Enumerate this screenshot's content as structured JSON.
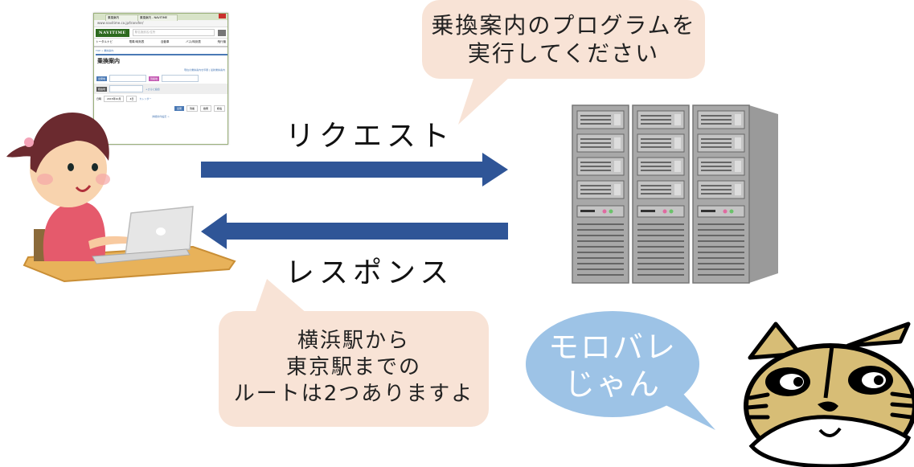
{
  "browser": {
    "tabs": [
      "乗換案内",
      "乗換案内 - NAVITIME"
    ],
    "url": "www.navitime.co.jp/transfer/",
    "logo": "NAVITIME",
    "search_placeholder": "駅名施設名/住所",
    "nav_items": [
      "トータルナビ",
      "電車/時刻表",
      "自動車",
      "バス/時刻表",
      "飛行機"
    ],
    "breadcrumb": "TOP > 乗換案内",
    "page_title": "乗換案内",
    "links": "現在の乗換案内を印刷 | 最新乗換案内",
    "from_label": "出発地",
    "to_label": "到着地",
    "via_label": "経由地",
    "add_via": "+さらに追加",
    "date_label": "日時",
    "date_value": "2015年10月",
    "day_value": "4日",
    "calendar_link": "カレンダー",
    "time_options": [
      "出発",
      "到着",
      "始発",
      "終電"
    ],
    "more_settings": "詳細条件設定 >"
  },
  "request_bubble": {
    "lines": [
      "乗換案内のプログラムを",
      "実行してください"
    ]
  },
  "request_label": "リクエスト",
  "response_label": "レスポンス",
  "response_bubble": {
    "lines": [
      "横浜駅から",
      "東京駅までの",
      "ルートは2つありますよ"
    ]
  },
  "cat_bubble": {
    "lines": [
      "モロバレ",
      "じゃん"
    ]
  },
  "colors": {
    "arrow": "#2f5597",
    "speech_peach": "#f8e3d6",
    "speech_blue": "#9dc3e6",
    "cat_fur": "#d7bd76"
  }
}
